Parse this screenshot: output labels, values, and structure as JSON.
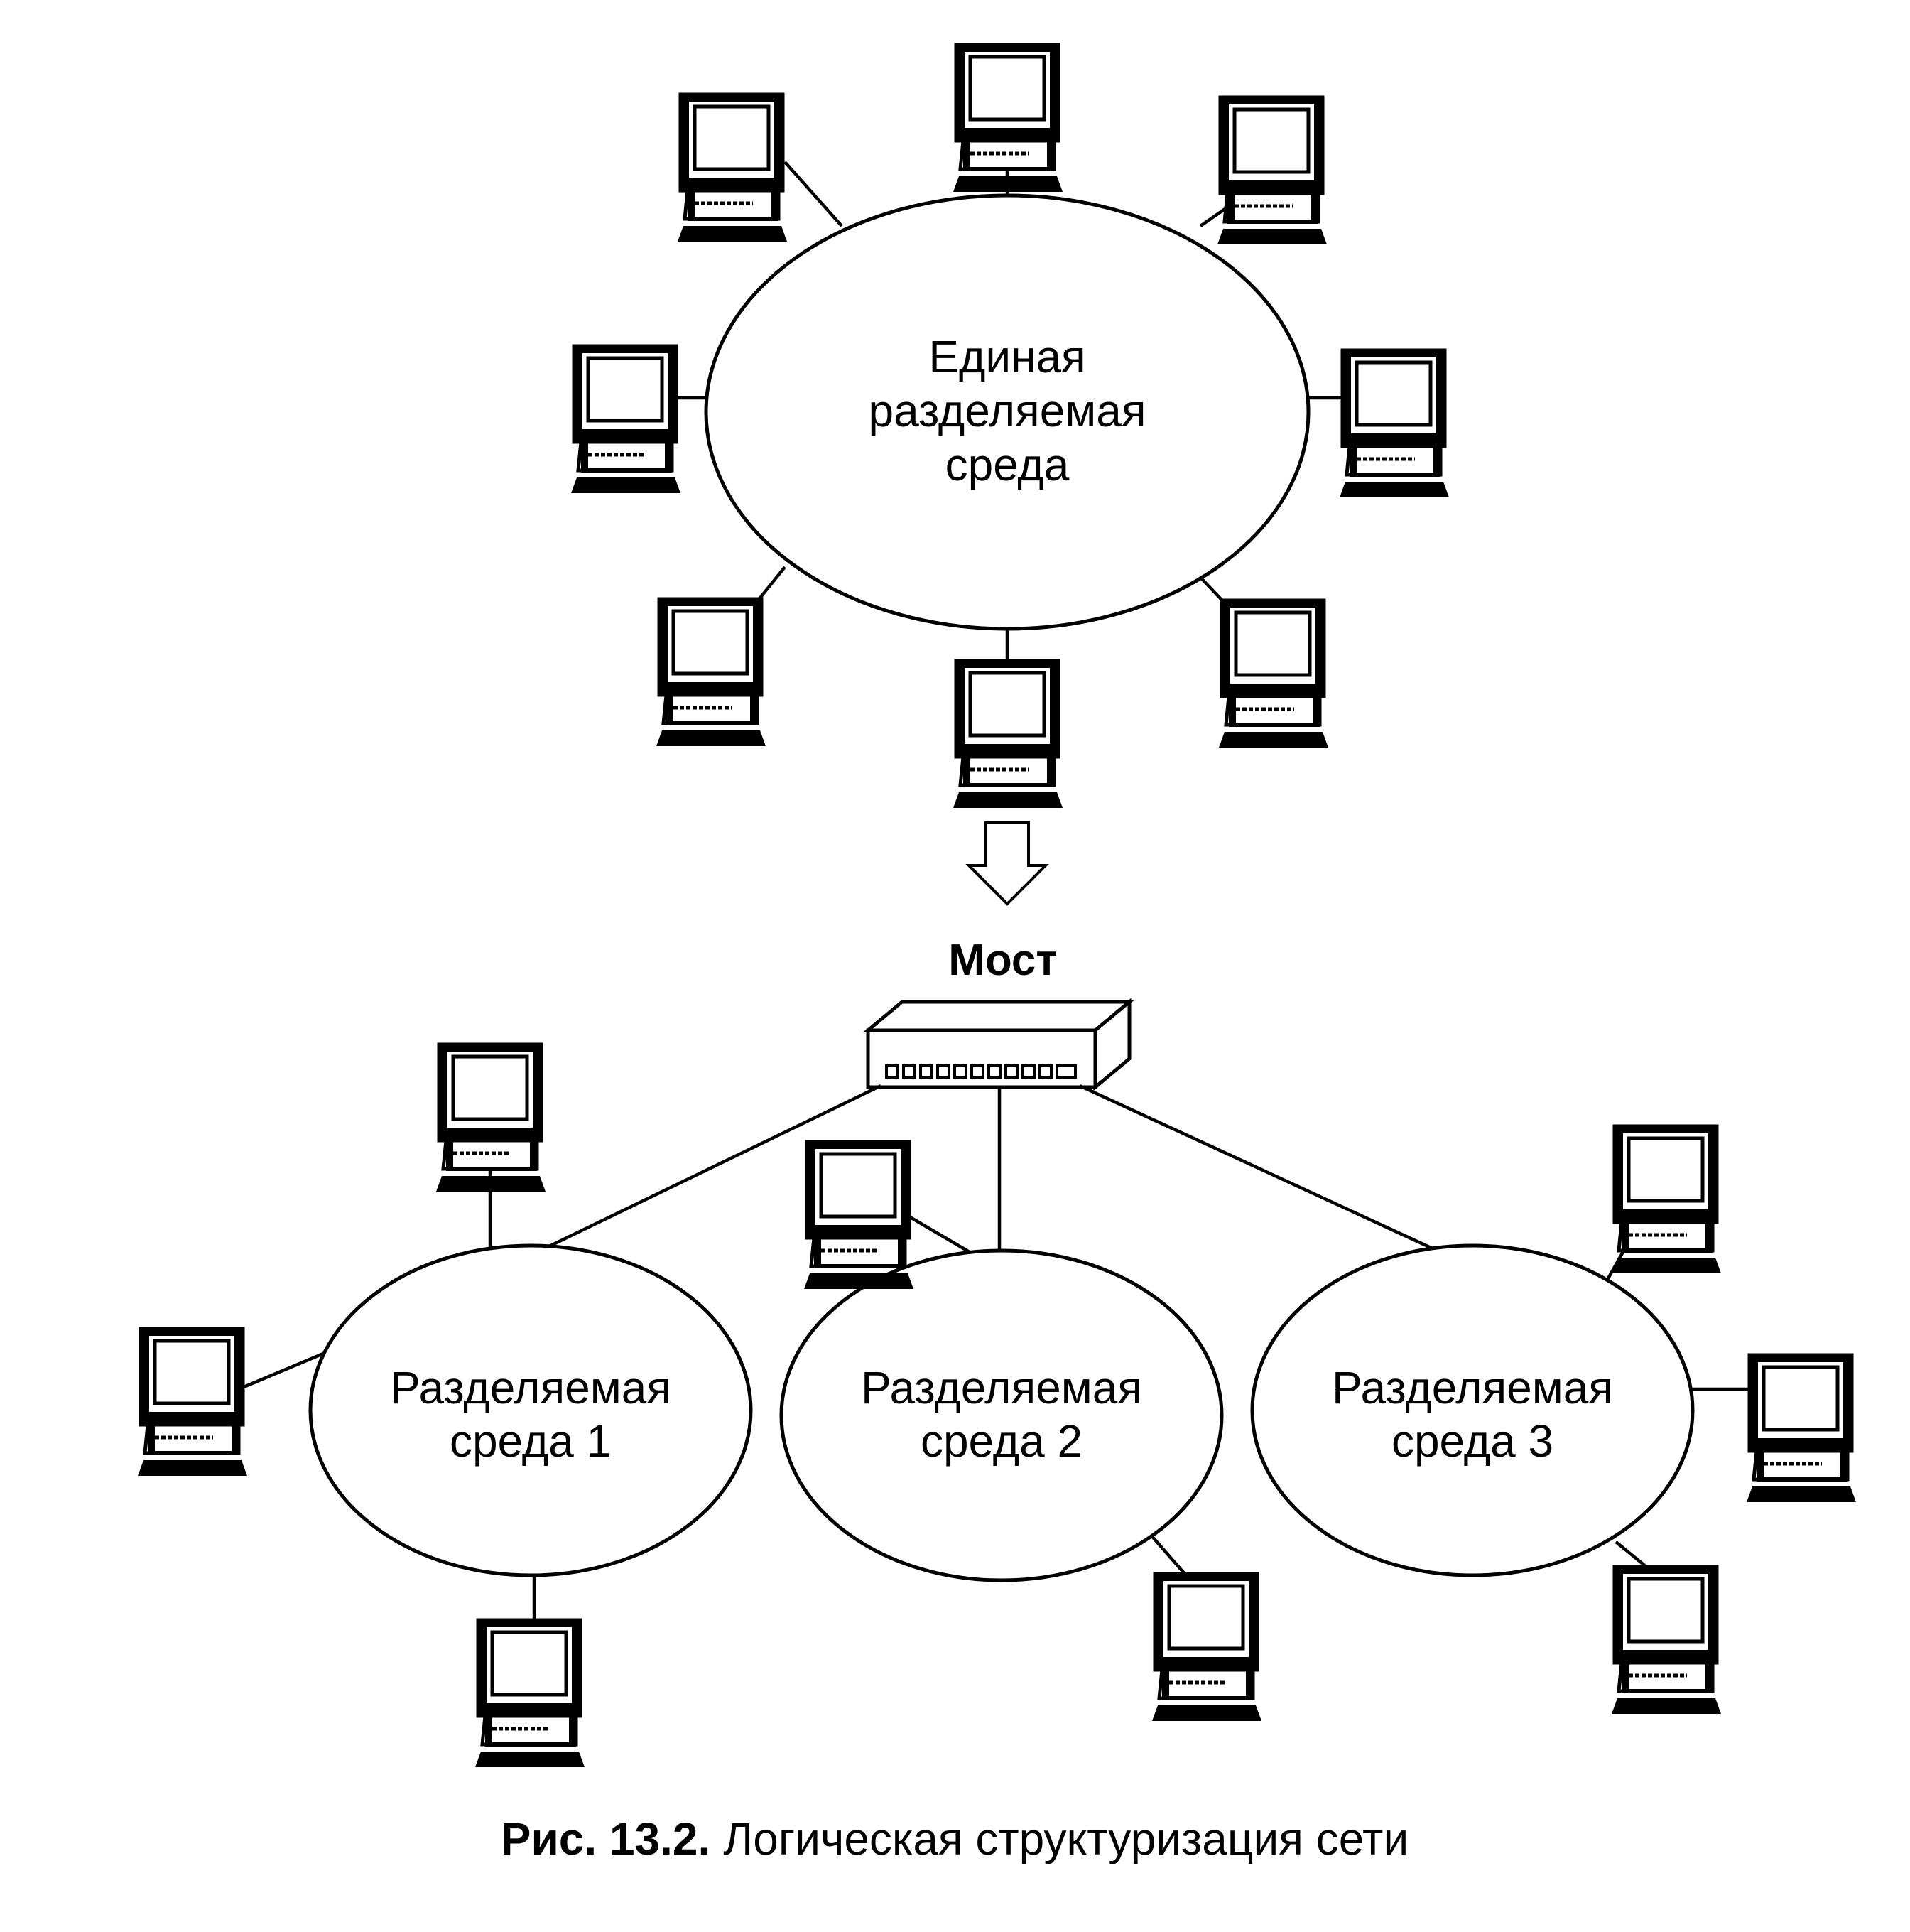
{
  "top_network": {
    "medium_label_lines": [
      "Единая",
      "разделяемая",
      "среда"
    ],
    "computer_icon": "desktop-computer-icon",
    "computer_count": 8
  },
  "transition_icon": "down-arrow-icon",
  "bridge": {
    "label": "Мост",
    "icon": "bridge-device-icon"
  },
  "segments": [
    {
      "label_lines": [
        "Разделяемая",
        "среда 1"
      ],
      "computer_count": 3
    },
    {
      "label_lines": [
        "Разделяемая",
        "среда 2"
      ],
      "computer_count": 2
    },
    {
      "label_lines": [
        "Разделяемая",
        "среда 3"
      ],
      "computer_count": 3
    }
  ],
  "caption": {
    "number": "Рис. 13.2.",
    "text": "Логическая структуризация сети"
  },
  "colors": {
    "stroke": "#000000",
    "background": "#ffffff"
  }
}
